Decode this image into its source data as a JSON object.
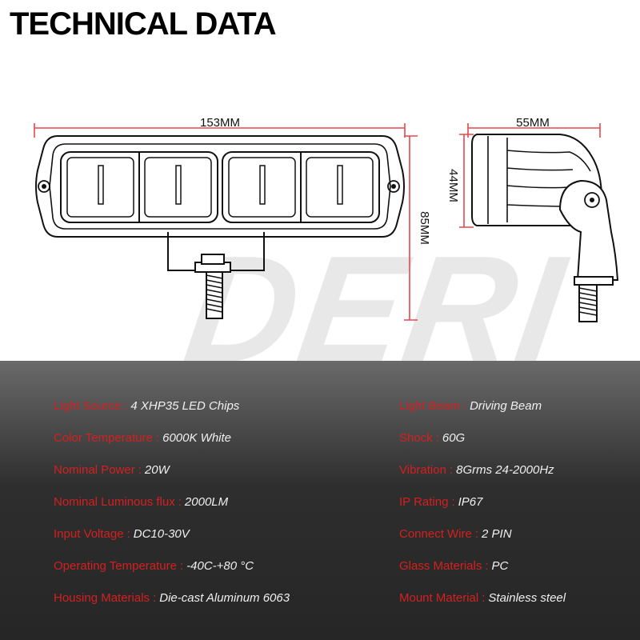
{
  "title": "TECHNICAL DATA",
  "watermark": "DERI",
  "dimensions": {
    "width": "153MM",
    "height": "85MM",
    "depth": "55MM",
    "side_height": "44MM"
  },
  "colors": {
    "dimension_line": "#e8464a",
    "label": "#d42020",
    "value": "#f0f0f0"
  },
  "specs_left": [
    {
      "label": "Light Source",
      "value": "4 XHP35 LED Chips"
    },
    {
      "label": "Color Temperature",
      "value": "6000K White"
    },
    {
      "label": "Nominal Power",
      "value": "20W"
    },
    {
      "label": "Nominal Luminous flux",
      "value": "2000LM"
    },
    {
      "label": "Input Voltage",
      "value": "DC10-30V"
    },
    {
      "label": "Operating Temperature",
      "value": "-40C-+80 °C"
    },
    {
      "label": "Housing Materials",
      "value": "Die-cast Aluminum 6063"
    }
  ],
  "specs_right": [
    {
      "label": "Light Beam",
      "value": "Driving Beam"
    },
    {
      "label": "Shock",
      "value": "60G"
    },
    {
      "label": "Vibration",
      "value": "8Grms 24-2000Hz"
    },
    {
      "label": "IP Rating",
      "value": "IP67"
    },
    {
      "label": "Connect Wire",
      "value": "2 PIN"
    },
    {
      "label": "Glass Materials",
      "value": "PC"
    },
    {
      "label": "Mount Material",
      "value": "Stainless steel"
    }
  ]
}
